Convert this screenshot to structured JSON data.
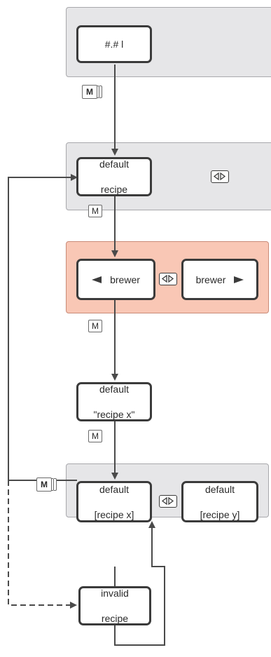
{
  "nodes": {
    "display": "#.# l",
    "default_recipe": [
      "default",
      "recipe"
    ],
    "brewer_left": "brewer",
    "brewer_right": "brewer",
    "default_recipe_x_quoted": [
      "default",
      "\"recipe x\""
    ],
    "default_recipe_x": [
      "default",
      "[recipe x]"
    ],
    "default_recipe_y": [
      "default",
      "[recipe y]"
    ],
    "invalid_recipe": [
      "invalid",
      "recipe"
    ]
  },
  "keys": {
    "m": "M"
  },
  "colors": {
    "panel": "#e6e6e8",
    "panel_accent": "#f9c7b5",
    "line": "#4a4a4a"
  },
  "icons": [
    "left-right-arrow-icon",
    "left-triangle-icon",
    "right-triangle-icon",
    "multi-press-m-icon"
  ]
}
